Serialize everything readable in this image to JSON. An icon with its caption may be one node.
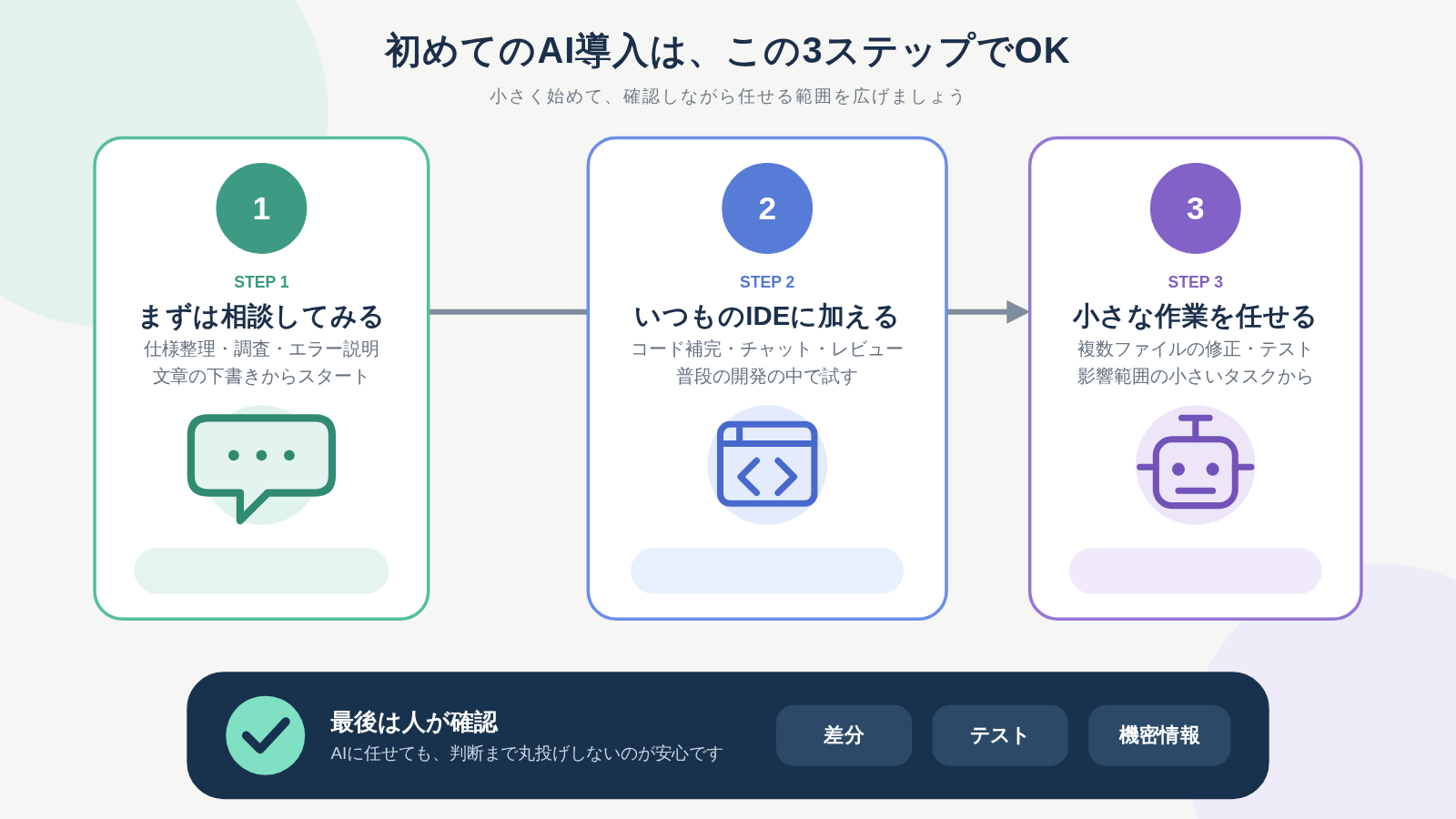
{
  "diagram": {
    "title": "初めてのAI導入は、この3ステップでOK",
    "nodes": [
      {
        "text": [
          "STEP 1",
          "まずは相談してみる",
          "仕様整理・調査・エラー説明",
          "文章の下書きからスタート"
        ]
      },
      {
        "text": [
          "1"
        ],
        "in": 0
      },
      {
        "text": [],
        "shape": "box",
        "in": 0
      },
      {
        "text": [
          "STEP 2",
          "いつものIDEに加える",
          "コード補完・チャット・レビュー",
          "普段の開発の中で試す"
        ]
      },
      {
        "text": [
          "2"
        ],
        "in": 3
      },
      {
        "text": [],
        "shape": "box",
        "in": 3
      },
      {
        "text": [
          "STEP 3",
          "小さな作業を任せる",
          "複数ファイルの修正・テスト",
          "影響範囲の小さいタスクから"
        ]
      },
      {
        "text": [
          "3"
        ],
        "in": 6
      },
      {
        "text": [],
        "shape": "box",
        "in": 6
      },
      {
        "text": [
          "最後は人が確認",
          "AIに任せても、判断まで丸投げしないのが安心です"
        ]
      },
      {
        "text": [
          "差分"
        ],
        "in": 9
      },
      {
        "text": [
          "テスト"
        ],
        "in": 9
      },
      {
        "text": [
          "機密情報"
        ],
        "in": 9
      }
    ],
    "edges": [
      {
        "from": 0,
        "to": 3,
        "arrow": "none"
      },
      {
        "from": 3,
        "to": 6,
        "arrow": "to"
      }
    ],
    "labels": [
      "小さく始めて、確認しながら任せる範囲を広げましょう"
    ]
  }
}
